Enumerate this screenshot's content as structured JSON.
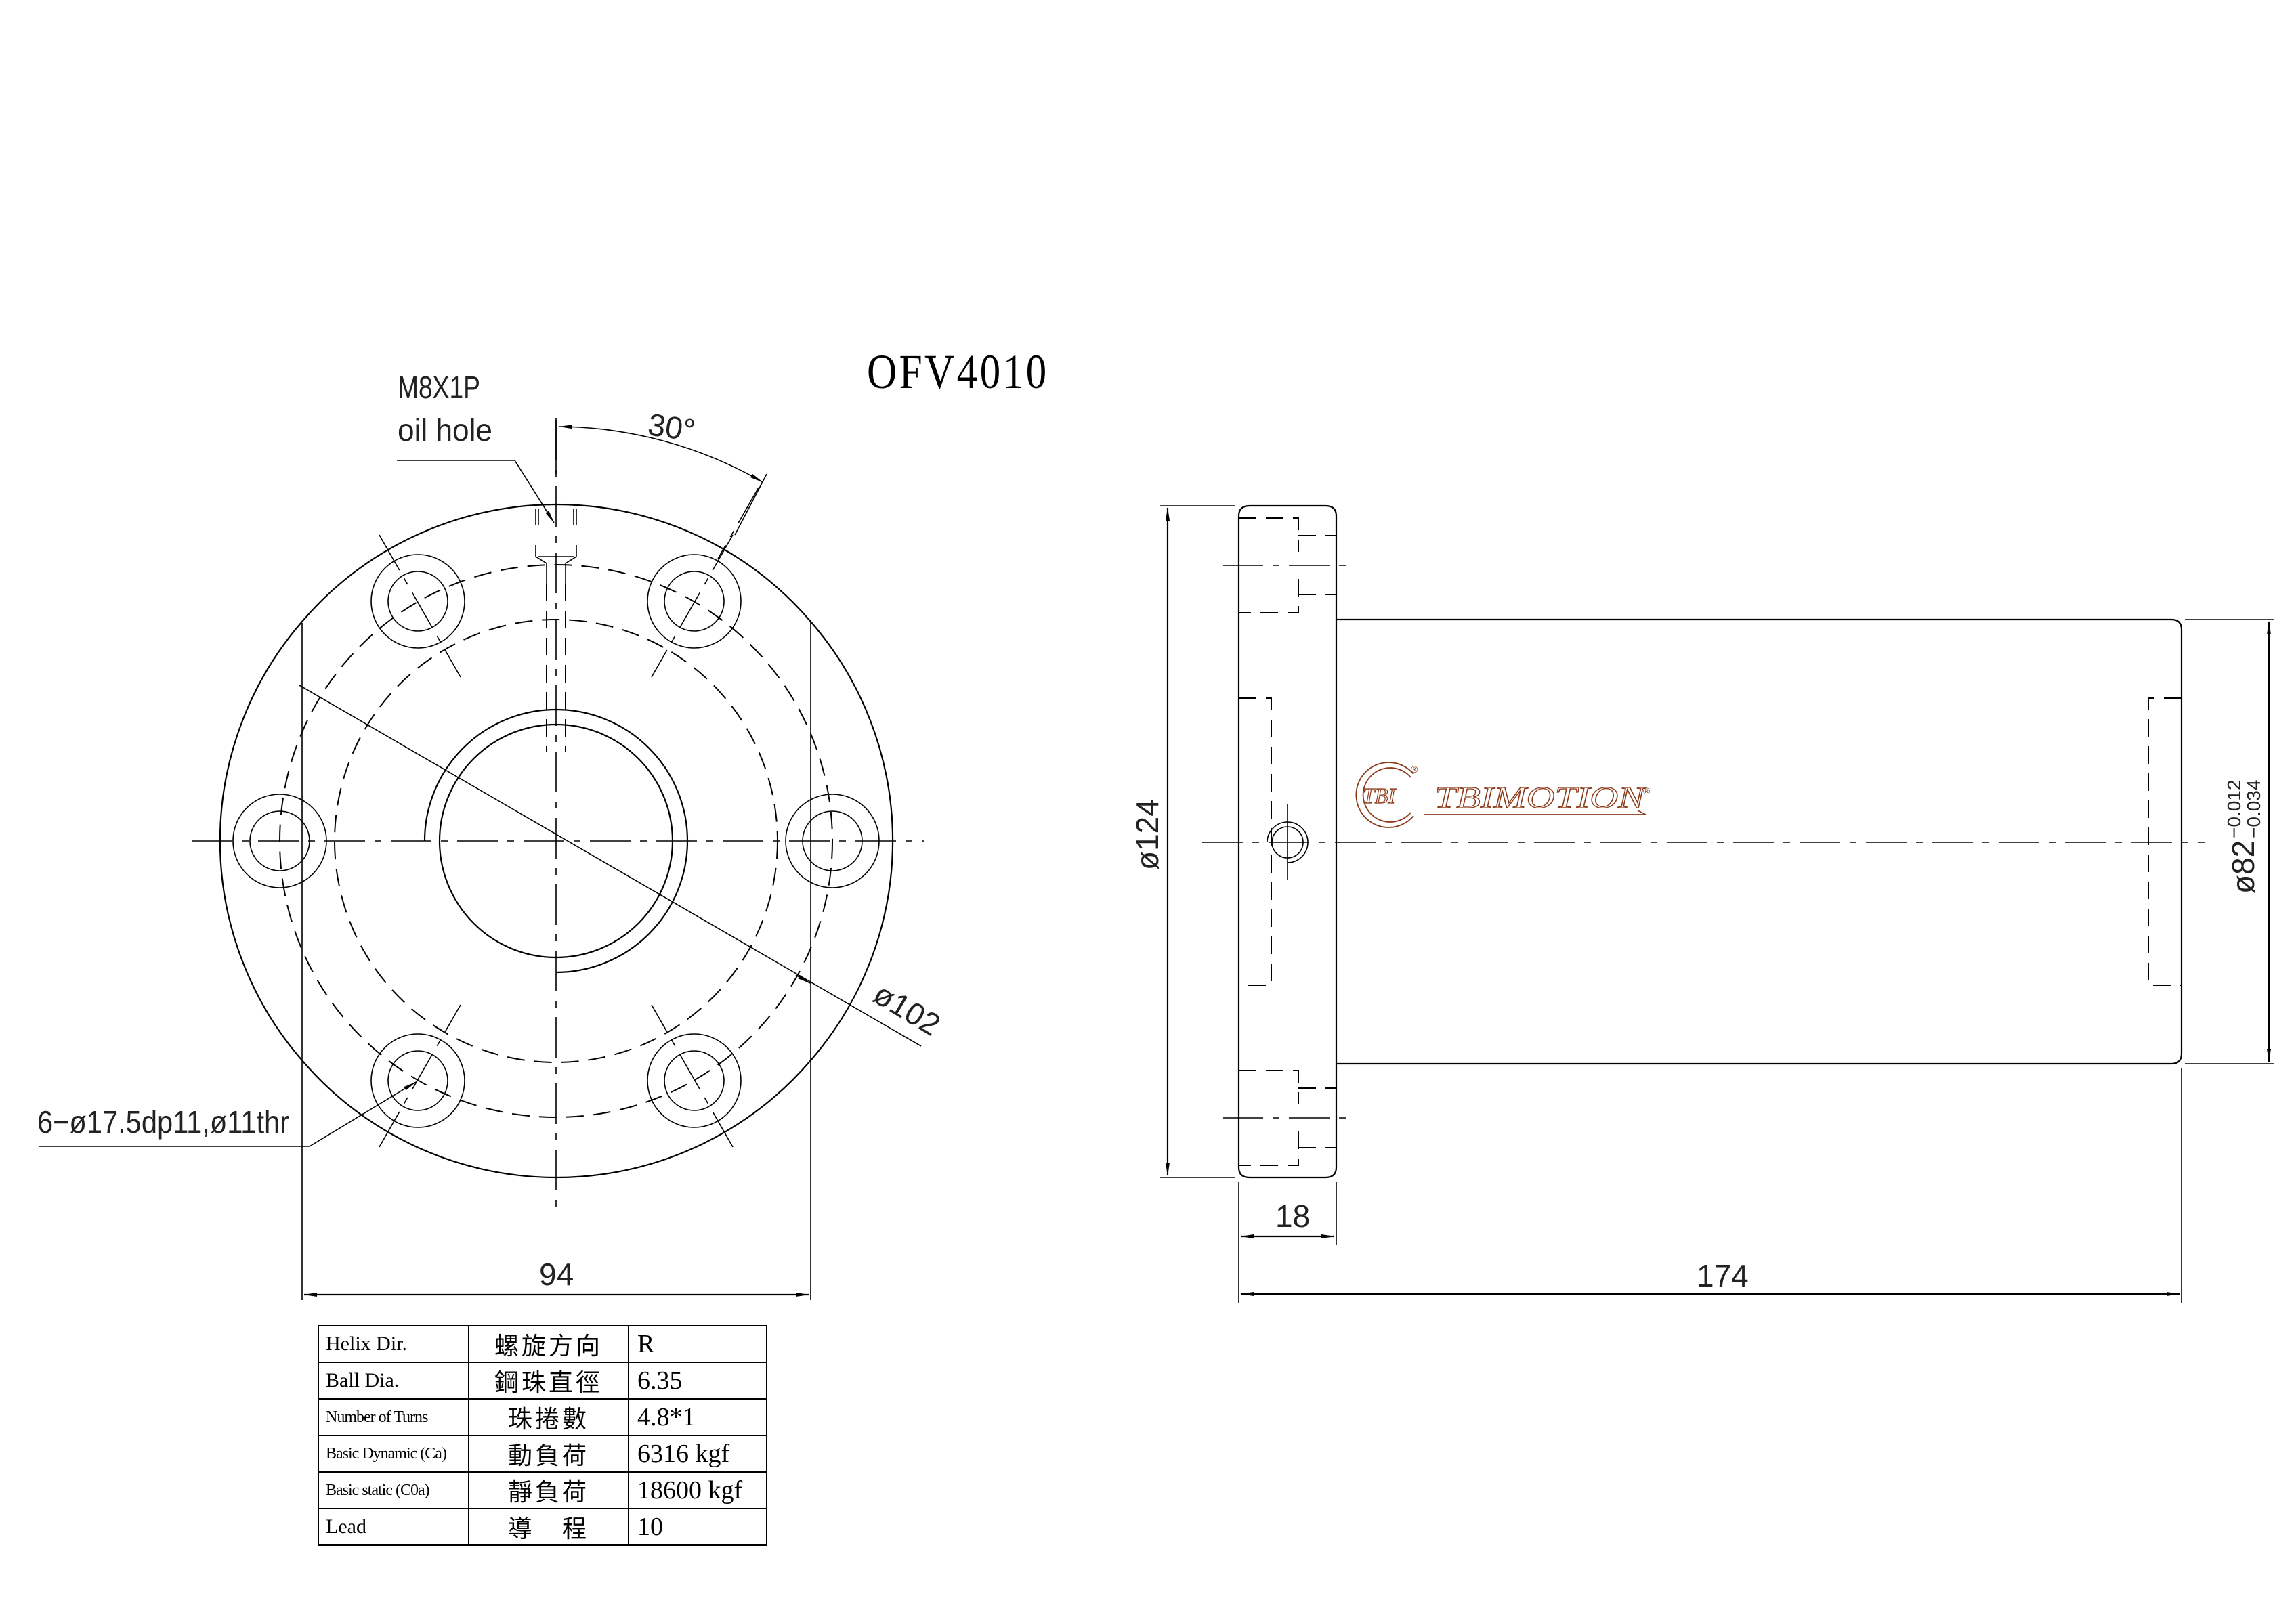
{
  "drawing": {
    "title": "OFV4010",
    "front_view": {
      "oil_hole_label_line1": "M8X1P",
      "oil_hole_label_line2": "oil hole",
      "angle_label": "30°",
      "bolt_callout": "6−ø17.5dp11,ø11thr",
      "pcd_label": "ø102",
      "width_dim": "94"
    },
    "side_view": {
      "flange_dia_label": "ø124",
      "body_dia_label": "ø82",
      "body_tol_upper": "−0.012",
      "body_tol_lower": "−0.034",
      "flange_thickness_dim": "18",
      "overall_length_dim": "174"
    },
    "logo": {
      "mark_text": "TBI",
      "brand_text": "TBIMOTION",
      "registered": "®",
      "color": "#8b3a1a"
    }
  },
  "spec_table": {
    "rows": [
      {
        "label_en": "Helix  Dir.",
        "label_zh": "螺旋方向",
        "value": "R"
      },
      {
        "label_en": "Ball Dia.",
        "label_zh": "鋼珠直徑",
        "value": "6.35"
      },
      {
        "label_en": "Number of Turns",
        "label_zh": "珠捲數",
        "value": "4.8*1"
      },
      {
        "label_en": "Basic Dynamic (Ca)",
        "label_zh": "動負荷",
        "value": "6316 kgf"
      },
      {
        "label_en": "Basic static (C0a)",
        "label_zh": "靜負荷",
        "value": "18600 kgf"
      },
      {
        "label_en": "Lead",
        "label_zh": "導　程",
        "value": "10"
      }
    ]
  }
}
